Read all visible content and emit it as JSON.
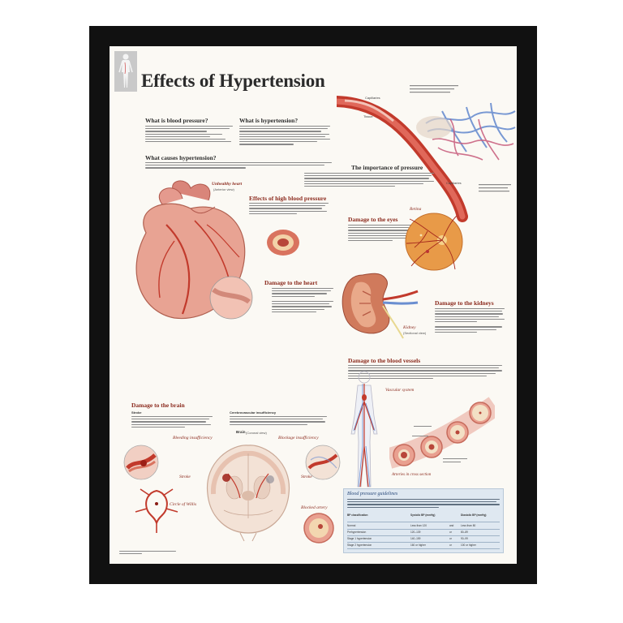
{
  "poster": {
    "title": "Effects of Hypertension",
    "sections": {
      "what_is_bp": "What is blood pressure?",
      "what_is_ht": "What is hypertension?",
      "what_causes": "What causes hypertension?",
      "importance": "The importance of pressure",
      "effects_high_bp": "Effects of high blood pressure",
      "damage_heart": "Damage to the heart",
      "damage_eyes": "Damage to the eyes",
      "damage_kidneys": "Damage to the kidneys",
      "damage_vessels": "Damage to the blood vessels",
      "damage_brain": "Damage to the brain"
    },
    "labels": {
      "unhealthy_heart": "Unhealthy heart",
      "anterior_view": "(Anterior view)",
      "retina": "Retina",
      "kidney": "Kidney",
      "sectional_view": "(Sectional view)",
      "vascular_system": "Vascular system",
      "arteries_cross": "Arteries in cross section",
      "brain": "Brain",
      "coronal_view": "(Coronal view)",
      "bleeding_insufficiency": "Bleeding insufficiency",
      "blockage_insufficiency": "Blockage insufficiency",
      "stroke_left": "Stroke",
      "stroke_right": "Stroke",
      "circle_of_willis": "Circle of Willis",
      "blocked_artery": "Blocked artery",
      "capillaries_top": "Capillaries",
      "capillaries_bottom": "Capillaries",
      "tissue": "Tissue",
      "stroke_bullet": "Stroke",
      "cerebrovascular": "Cerebrovascular insufficiency"
    },
    "bp_guidelines": {
      "title": "Blood pressure guidelines",
      "headers": [
        "BP classification",
        "Systolic BP (mmHg)",
        "",
        "Diastolic BP (mmHg)"
      ],
      "rows": [
        [
          "Normal",
          "Less than 120",
          "and",
          "Less than 80"
        ],
        [
          "Prehypertension",
          "120–139",
          "or",
          "80–89"
        ],
        [
          "Stage 1 hypertension",
          "140–159",
          "or",
          "90–99"
        ],
        [
          "Stage 2 hypertension",
          "160 or higher",
          "or",
          "100 or higher"
        ]
      ]
    }
  },
  "colors": {
    "frame": "#111111",
    "paper": "#fbf9f4",
    "heading_red": "#8b2a1d",
    "artery_red": "#c23a2c",
    "vein_blue": "#6a8ed0",
    "heart_pink": "#e8a393",
    "guideline_blue": "#dfe8f1"
  }
}
